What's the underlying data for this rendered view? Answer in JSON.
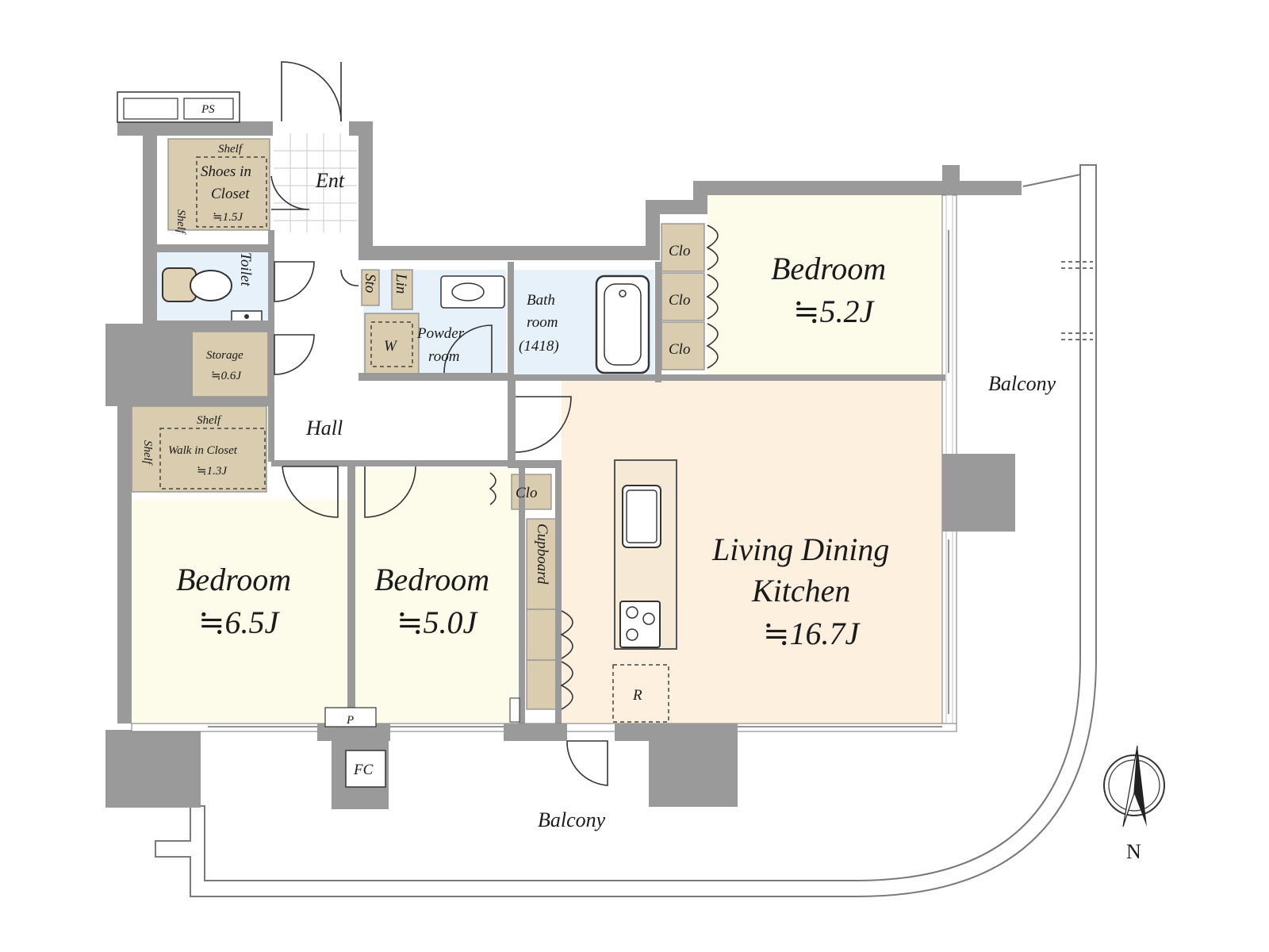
{
  "colors": {
    "wall": "#9a9a9a",
    "bedroom_floor": "#fdfbea",
    "ldk_floor": "#fdf0df",
    "storage_floor": "#d9ccaf",
    "wet_area_floor": "#e6f1fa",
    "balcony_outline": "#7a7a7a",
    "entrance_tile": "#ffffff"
  },
  "labels": {
    "ps": "PS",
    "entrance": "Ent",
    "shoes_closet_line1": "Shoes in",
    "shoes_closet_line2": "Closet",
    "shoes_closet_size": "≒1.5J",
    "shelf": "Shelf",
    "toilet": "Toilet",
    "storage": "Storage",
    "storage_size": "≒0.6J",
    "walk_in_closet": "Walk in Closet",
    "walk_in_closet_size": "≒1.3J",
    "hall": "Hall",
    "sto": "Sto",
    "lin": "Lin",
    "washer": "W",
    "powder_room_line1": "Powder",
    "powder_room_line2": "room",
    "bathroom_line1": "Bath",
    "bathroom_line2": "room",
    "bathroom_size": "(1418)",
    "closet": "Clo",
    "cupboard": "Cupboard",
    "refrigerator": "R",
    "pipe": "P",
    "fc": "FC",
    "balcony": "Balcony",
    "north": "N"
  },
  "rooms": {
    "bedroom_ne": {
      "name": "Bedroom",
      "size": "≒5.2J"
    },
    "bedroom_sw": {
      "name": "Bedroom",
      "size": "≒6.5J"
    },
    "bedroom_s": {
      "name": "Bedroom",
      "size": "≒5.0J"
    },
    "ldk": {
      "name_line1": "Living Dining",
      "name_line2": "Kitchen",
      "size": "≒16.7J"
    }
  }
}
